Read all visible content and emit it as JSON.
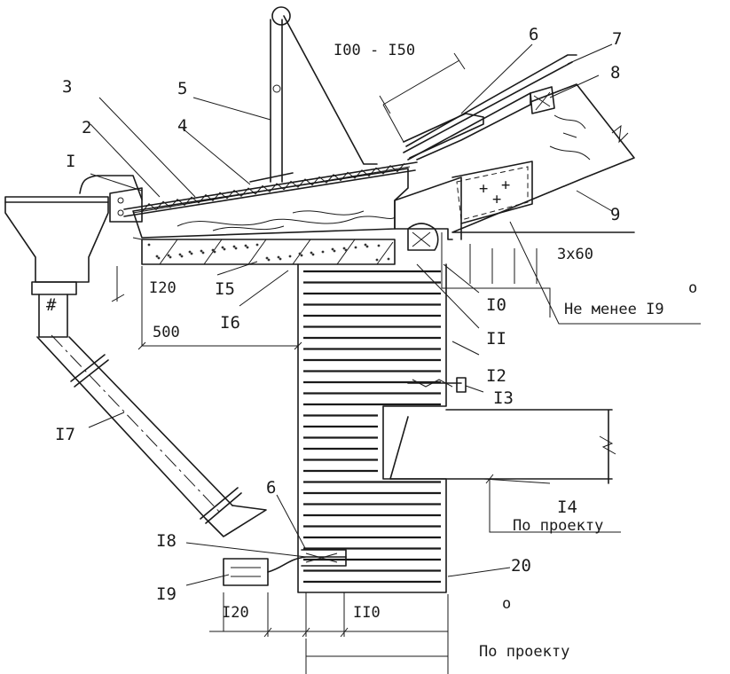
{
  "callouts": {
    "c1": "I",
    "c2": "2",
    "c3": "3",
    "c4": "4",
    "c5": "5",
    "c6": "6",
    "c7": "7",
    "c8": "8",
    "c9": "9",
    "c10": "I0",
    "c11": "II",
    "c12": "I2",
    "c13": "I3",
    "c14": "I4",
    "c15": "I5",
    "c16": "I6",
    "c17": "I7",
    "c18": "I8",
    "c19": "I9",
    "c20": "20",
    "c6b": "6"
  },
  "dimensions": {
    "overlap": "I00 - I50",
    "spacing": "3x60",
    "angle": "Не менее I9",
    "angle_sup": "o",
    "offset_120": "I20",
    "length_500": "500",
    "bottom_120": "I20",
    "bottom_110": "II0",
    "per_project_1": "По проекту",
    "per_project_2": "По проекту",
    "bottom_partial": "  "
  },
  "marks": {
    "small_o": "o"
  }
}
